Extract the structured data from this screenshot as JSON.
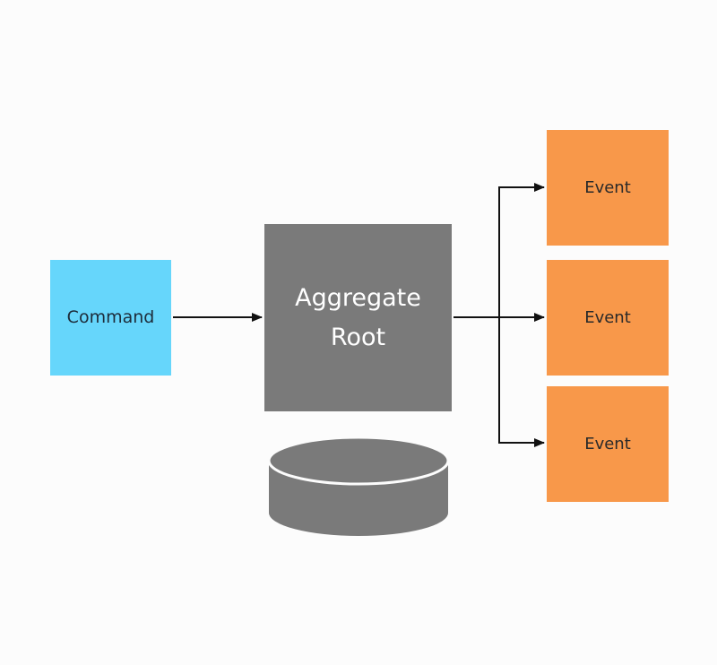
{
  "command": {
    "label": "Command",
    "color": "#66d6fb"
  },
  "aggregate": {
    "line1": "Aggregate",
    "line2": "Root",
    "color": "#7a7a7a"
  },
  "events": [
    {
      "label": "Event"
    },
    {
      "label": "Event"
    },
    {
      "label": "Event"
    }
  ],
  "event_color": "#f8984a",
  "database_color": "#7a7a7a",
  "arrow_color": "#111111"
}
